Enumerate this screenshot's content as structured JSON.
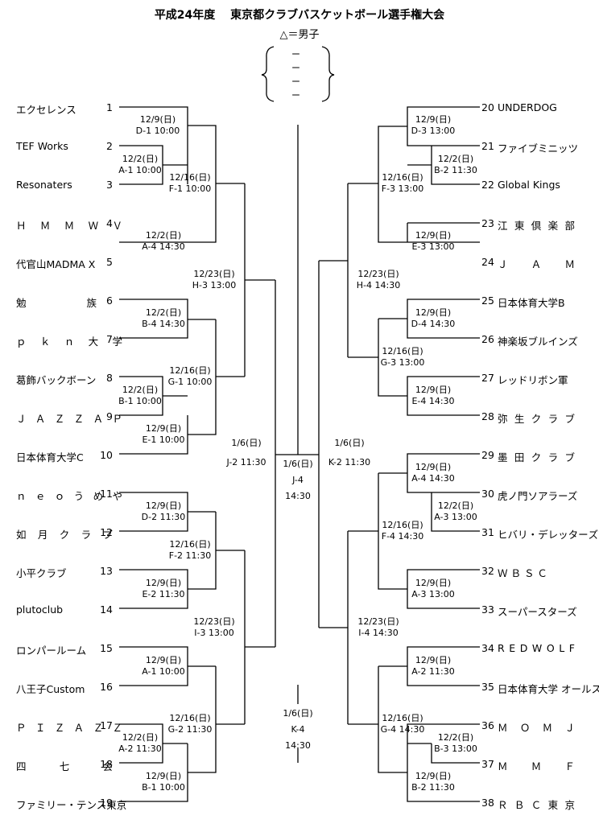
{
  "title": "平成24年度　 東京都クラブバスケットボール選手権大会",
  "subtitle": "△＝男子",
  "brace_marks": [
    "ー",
    "ー",
    "ー",
    "ー"
  ],
  "left_teams": [
    {
      "no": "1",
      "name": "エクセレンス"
    },
    {
      "no": "2",
      "name": "TEF Works"
    },
    {
      "no": "3",
      "name": "Resonaters"
    },
    {
      "no": "4",
      "name": "ＨＭＭＷＶ"
    },
    {
      "no": "5",
      "name": "代官山MADMA X"
    },
    {
      "no": "6",
      "name": "勉 族"
    },
    {
      "no": "7",
      "name": "ｐｋｎ大学"
    },
    {
      "no": "8",
      "name": "葛飾バックボーン"
    },
    {
      "no": "9",
      "name": "ＪＡＺＺＡＰ"
    },
    {
      "no": "10",
      "name": "日本体育大学C"
    },
    {
      "no": "11",
      "name": "ｎｅｏうめや"
    },
    {
      "no": "12",
      "name": "如月クラブ"
    },
    {
      "no": "13",
      "name": "小平クラブ"
    },
    {
      "no": "14",
      "name": "plutoclub"
    },
    {
      "no": "15",
      "name": "ロンパールーム"
    },
    {
      "no": "16",
      "name": "八王子Custom"
    },
    {
      "no": "17",
      "name": "ＰＩＺＡＺＺ"
    },
    {
      "no": "18",
      "name": "四 七 会"
    },
    {
      "no": "19",
      "name": "ファミリー・テンス東京"
    }
  ],
  "right_teams": [
    {
      "no": "20",
      "name": "UNDERDOG"
    },
    {
      "no": "21",
      "name": "ファイブミニッツ"
    },
    {
      "no": "22",
      "name": "Global Kings"
    },
    {
      "no": "23",
      "name": "江東倶楽部"
    },
    {
      "no": "24",
      "name": "Ｊ Ａ Ｍ"
    },
    {
      "no": "25",
      "name": "日本体育大学B"
    },
    {
      "no": "26",
      "name": "神楽坂ブルインズ"
    },
    {
      "no": "27",
      "name": "レッドリボン軍"
    },
    {
      "no": "28",
      "name": "弥生クラブ"
    },
    {
      "no": "29",
      "name": "墨田クラブ"
    },
    {
      "no": "30",
      "name": "虎ノ門ソアラーズ"
    },
    {
      "no": "31",
      "name": "ヒバリ・デレッターズ"
    },
    {
      "no": "32",
      "name": "Ｗ Ｂ Ｓ Ｃ"
    },
    {
      "no": "33",
      "name": "スーパースターズ"
    },
    {
      "no": "34",
      "name": "RED WOLF"
    },
    {
      "no": "35",
      "name": "日本体育大学 オールスター"
    },
    {
      "no": "36",
      "name": "Ｍ Ｏ Ｍ Ｊ"
    },
    {
      "no": "37",
      "name": "Ｍ Ｍ Ｆ"
    },
    {
      "no": "38",
      "name": "ＲＢＣ東京"
    }
  ],
  "matches": {
    "L_D1": [
      "12/9(日)",
      "D-1 10:00"
    ],
    "L_A1": [
      "12/2(日)",
      "A-1 10:00"
    ],
    "L_F1": [
      "12/16(日)",
      "F-1 10:00"
    ],
    "L_A4": [
      "12/2(日)",
      "A-4 14:30"
    ],
    "L_H3": [
      "12/23(日)",
      "H-3 13:00"
    ],
    "L_B4": [
      "12/2(日)",
      "B-4 14:30"
    ],
    "L_G1": [
      "12/16(日)",
      "G-1 10:00"
    ],
    "L_B1": [
      "12/2(日)",
      "B-1 10:00"
    ],
    "L_E1": [
      "12/9(日)",
      "E-1 10:00"
    ],
    "L_J2": [
      "1/6(日)",
      "J-2 11:30"
    ],
    "L_D2": [
      "12/9(日)",
      "D-2 11:30"
    ],
    "L_F2": [
      "12/16(日)",
      "F-2 11:30"
    ],
    "L_E2": [
      "12/9(日)",
      "E-2 11:30"
    ],
    "L_I3": [
      "12/23(日)",
      "I-3 13:00"
    ],
    "L_A1b": [
      "12/9(日)",
      "A-1 10:00"
    ],
    "L_G2": [
      "12/16(日)",
      "G-2 11:30"
    ],
    "L_A2": [
      "12/2(日)",
      "A-2 11:30"
    ],
    "L_B1b": [
      "12/9(日)",
      "B-1 10:00"
    ],
    "R_D3": [
      "12/9(日)",
      "D-3 13:00"
    ],
    "R_B2": [
      "12/2(日)",
      "B-2 11:30"
    ],
    "R_F3": [
      "12/16(日)",
      "F-3 13:00"
    ],
    "R_E3": [
      "12/9(日)",
      "E-3 13:00"
    ],
    "R_H4": [
      "12/23(日)",
      "H-4 14:30"
    ],
    "R_D4": [
      "12/9(日)",
      "D-4 14:30"
    ],
    "R_G3": [
      "12/16(日)",
      "G-3 13:00"
    ],
    "R_E4": [
      "12/9(日)",
      "E-4 14:30"
    ],
    "R_K2": [
      "1/6(日)",
      "K-2 11:30"
    ],
    "R_A4": [
      "12/9(日)",
      "A-4 14:30"
    ],
    "R_A3b": [
      "12/2(日)",
      "A-3 13:00"
    ],
    "R_F4": [
      "12/16(日)",
      "F-4 14:30"
    ],
    "R_A3": [
      "12/9(日)",
      "A-3 13:00"
    ],
    "R_I4": [
      "12/23(日)",
      "I-4 14:30"
    ],
    "R_A2": [
      "12/9(日)",
      "A-2 11:30"
    ],
    "R_G4": [
      "12/16(日)",
      "G-4 14:30"
    ],
    "R_B3": [
      "12/2(日)",
      "B-3 13:00"
    ],
    "R_B2b": [
      "12/9(日)",
      "B-2 11:30"
    ]
  },
  "final_J": [
    "1/6(日)",
    "J-4",
    "14:30"
  ],
  "final_K": [
    "1/6(日)",
    "K-4",
    "14:30"
  ]
}
